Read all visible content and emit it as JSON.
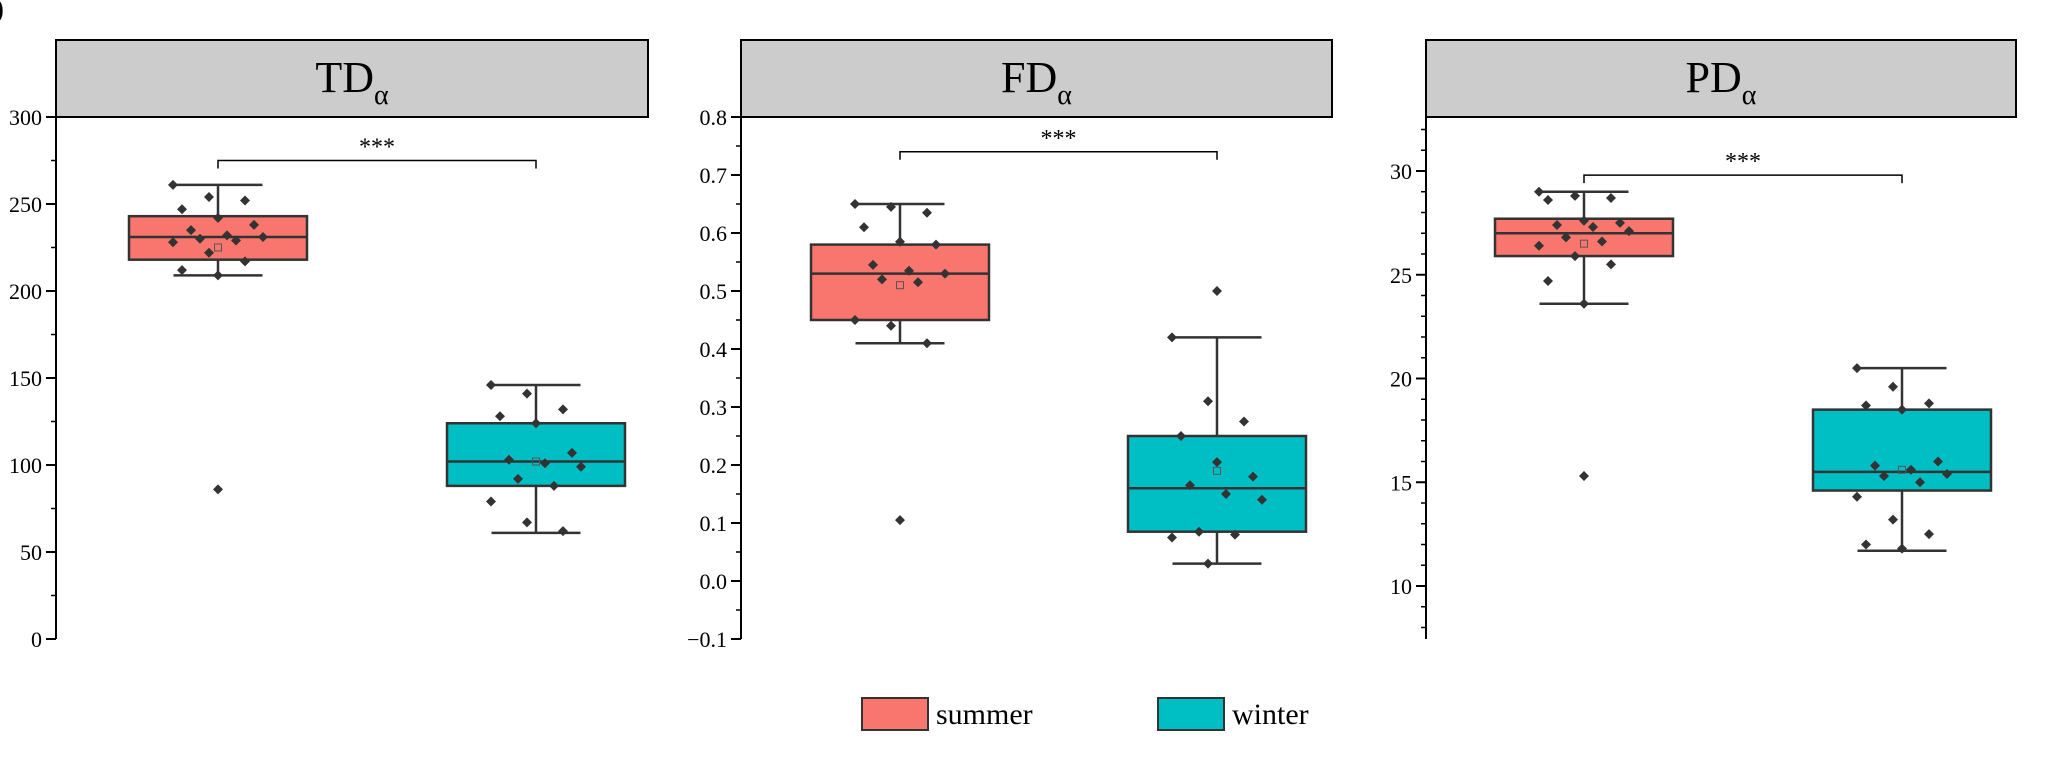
{
  "panel_letter": ")",
  "legend": {
    "summer": "summer",
    "winter": "winter"
  },
  "colors": {
    "summer": "#f8766d",
    "winter": "#00bfc4",
    "header_fill": "#cccccc",
    "points": "#333333"
  },
  "chart_data": [
    {
      "type": "box",
      "title": "TD",
      "title_sub": "α",
      "ylim": [
        0,
        300
      ],
      "yticks": [
        0,
        50,
        100,
        150,
        200,
        250,
        300
      ],
      "minor_step": 25,
      "significance": "***",
      "sig_y": 275,
      "series": [
        {
          "name": "summer",
          "whisker_low": 209,
          "q1": 218,
          "median": 231,
          "q3": 243,
          "whisker_high": 261,
          "mean": 225,
          "points": [
            261,
            254,
            252,
            247,
            242,
            238,
            235,
            232,
            231,
            230,
            229,
            228,
            222,
            217,
            212,
            209
          ],
          "outliers": [
            86
          ]
        },
        {
          "name": "winter",
          "whisker_low": 61,
          "q1": 88,
          "median": 102,
          "q3": 124,
          "whisker_high": 146,
          "mean": 102,
          "points": [
            146,
            141,
            132,
            128,
            124,
            107,
            103,
            101,
            99,
            92,
            88,
            79,
            67,
            62
          ],
          "outliers": []
        }
      ]
    },
    {
      "type": "box",
      "title": "FD",
      "title_sub": "α",
      "ylim": [
        -0.1,
        0.8
      ],
      "yticks": [
        -0.1,
        0.0,
        0.1,
        0.2,
        0.3,
        0.4,
        0.5,
        0.6,
        0.7,
        0.8
      ],
      "minor_step": 0.05,
      "significance": "***",
      "sig_y": 0.74,
      "series": [
        {
          "name": "summer",
          "whisker_low": 0.41,
          "q1": 0.45,
          "median": 0.53,
          "q3": 0.58,
          "whisker_high": 0.65,
          "mean": 0.51,
          "points": [
            0.65,
            0.645,
            0.635,
            0.61,
            0.585,
            0.58,
            0.545,
            0.535,
            0.53,
            0.52,
            0.515,
            0.45,
            0.44,
            0.41
          ],
          "outliers": [
            0.105
          ]
        },
        {
          "name": "winter",
          "whisker_low": 0.03,
          "q1": 0.085,
          "median": 0.16,
          "q3": 0.25,
          "whisker_high": 0.42,
          "mean": 0.19,
          "points": [
            0.42,
            0.31,
            0.275,
            0.25,
            0.205,
            0.18,
            0.165,
            0.15,
            0.14,
            0.085,
            0.08,
            0.075,
            0.03
          ],
          "outliers": [
            0.5
          ]
        }
      ]
    },
    {
      "type": "box",
      "title": "PD",
      "title_sub": "α",
      "ylim": [
        7.5,
        32.5
      ],
      "yticks": [
        10,
        15,
        20,
        25,
        30
      ],
      "minor_step": 1,
      "significance": "***",
      "sig_y": 29.8,
      "series": [
        {
          "name": "summer",
          "whisker_low": 23.6,
          "q1": 25.9,
          "median": 27.0,
          "q3": 27.7,
          "whisker_high": 29.0,
          "mean": 26.5,
          "points": [
            29.0,
            28.8,
            28.7,
            28.6,
            27.6,
            27.5,
            27.4,
            27.3,
            27.1,
            26.8,
            26.6,
            26.4,
            25.9,
            25.5,
            24.7,
            23.6
          ],
          "outliers": [
            15.3
          ]
        },
        {
          "name": "winter",
          "whisker_low": 11.7,
          "q1": 14.6,
          "median": 15.5,
          "q3": 18.5,
          "whisker_high": 20.5,
          "mean": 15.6,
          "points": [
            20.5,
            19.6,
            18.8,
            18.7,
            18.5,
            16.0,
            15.8,
            15.6,
            15.4,
            15.3,
            15.0,
            14.3,
            13.2,
            12.5,
            12.0,
            11.8
          ],
          "outliers": []
        }
      ]
    }
  ]
}
